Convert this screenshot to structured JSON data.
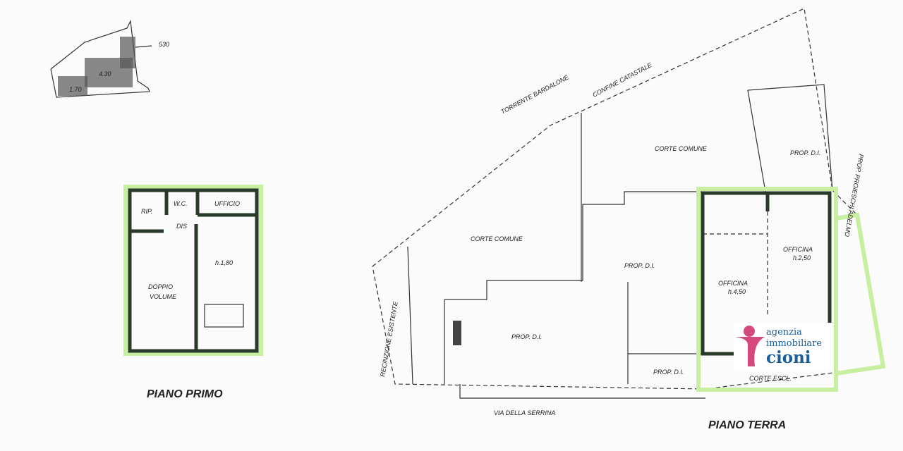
{
  "keymap": {
    "arrow_label": "530",
    "label_a": "4.30",
    "label_b": "1.70"
  },
  "piano_primo": {
    "title": "PIANO PRIMO",
    "rooms": {
      "rip": "RIP.",
      "wc": "W.C.",
      "ufficio": "UFFICIO",
      "dis": "DIS",
      "doppio_volume_1": "DOPPIO",
      "doppio_volume_2": "VOLUME",
      "height": "h.1,80"
    }
  },
  "piano_terra": {
    "title": "PIANO TERRA",
    "labels": {
      "torrente": "TORRENTE BARDALONE",
      "confine": "CONFINE CATASTALE",
      "corte_comune_1": "CORTE COMUNE",
      "corte_comune_2": "CORTE COMUNE",
      "prop_di_1": "PROP. D.I.",
      "prop_di_2": "PROP. D.I.",
      "prop_di_3": "PROP. D.I.",
      "prop_di_4": "PROP. D.I.",
      "recinzione": "RECINZIONE ESISTENTE",
      "via": "VIA DELLA SERRINA",
      "proiesci": "PROP. PROIESCHI ADELMO",
      "officina_1": "OFFICINA",
      "officina_1_h": "h.4,50",
      "officina_2": "OFFICINA",
      "officina_2_h": "h.2,50",
      "corte_escl": "CORTE ESCL."
    }
  },
  "logo": {
    "line1": "agenzia",
    "line2": "immobiliare",
    "line3": "cioni",
    "colors": {
      "pink": "#d6497f",
      "blue": "#1a5e9a"
    }
  }
}
